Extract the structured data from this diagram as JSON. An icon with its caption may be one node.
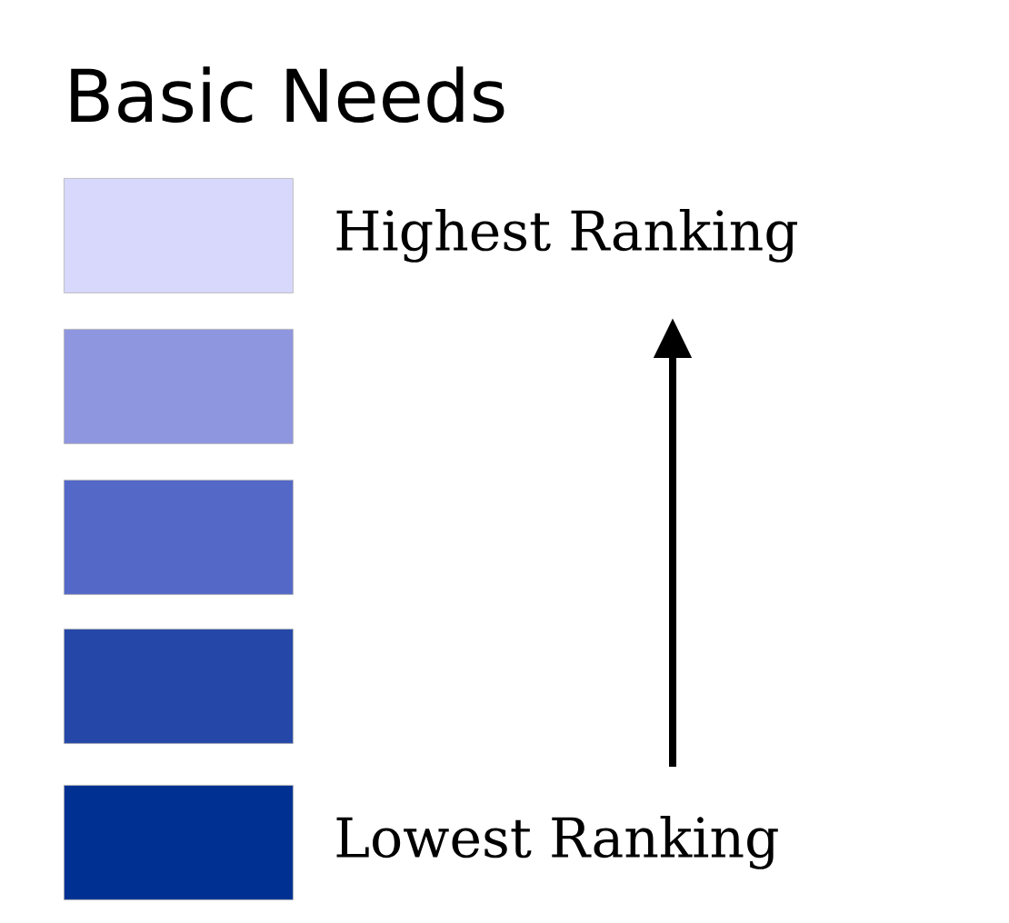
{
  "diagram": {
    "title": "Basic Needs",
    "nodes": [
      {
        "text": [],
        "shape": "box",
        "beside": [
          "Highest Ranking"
        ]
      },
      {
        "text": [],
        "shape": "box"
      },
      {
        "text": [],
        "shape": "box"
      },
      {
        "text": [],
        "shape": "box"
      },
      {
        "text": [],
        "shape": "box",
        "beside": [
          "Lowest Ranking"
        ]
      }
    ]
  }
}
